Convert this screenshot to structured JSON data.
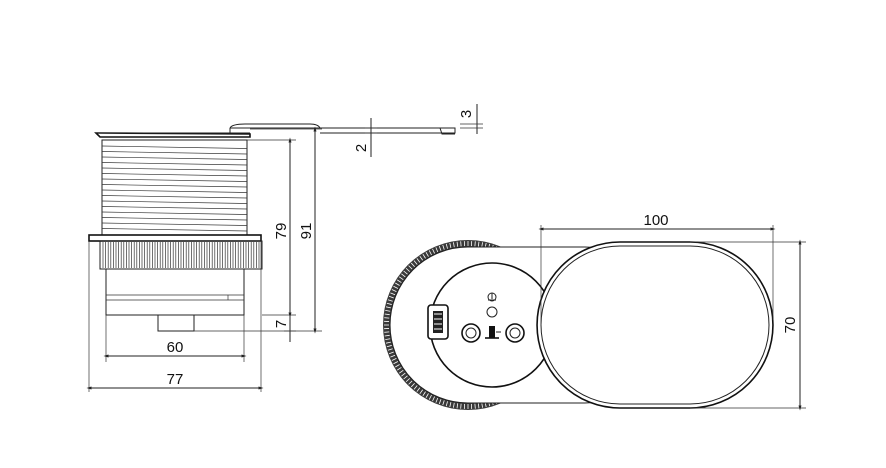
{
  "diagram": {
    "colors": {
      "line": "#222222",
      "background": "#ffffff",
      "knurl": "#222222"
    },
    "dimensions": {
      "lid_thickness": "3",
      "flange_thickness": "2",
      "body_height": "79",
      "total_height": "91",
      "bottom_cap": "7",
      "body_diameter": "60",
      "flange_diameter": "77",
      "top_length": "100",
      "top_width": "70"
    },
    "icons": [
      "earth-symbol-icon",
      "usb-port-icon",
      "power-socket-icon",
      "plug-symbol-icon"
    ]
  }
}
